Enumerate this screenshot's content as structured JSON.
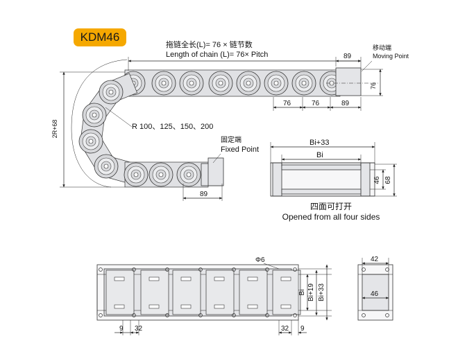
{
  "model": "KDM46",
  "length_formula_cn": "拖链全长(L)= 76 × 链节数",
  "length_formula_en": "Length of chain (L)= 76× Pitch",
  "moving_point_cn": "移动端",
  "moving_point_en": "Moving Point",
  "fixed_point_cn": "固定端",
  "fixed_point_en": "Fixed Point",
  "radius_label": "R 100、125、150、200",
  "height_label": "2R+68",
  "dim_89": "89",
  "dim_76": "76",
  "dim_bi_plus_33": "Bi+33",
  "dim_bi": "Bi",
  "dim_bi_plus_19": "Bi+19",
  "dim_46": "46",
  "dim_68": "68",
  "dim_42": "42",
  "dim_32": "32",
  "dim_9": "9",
  "hole_label": "Φ6",
  "opened_cn": "四面可打开",
  "opened_en": "Opened from all four sides"
}
